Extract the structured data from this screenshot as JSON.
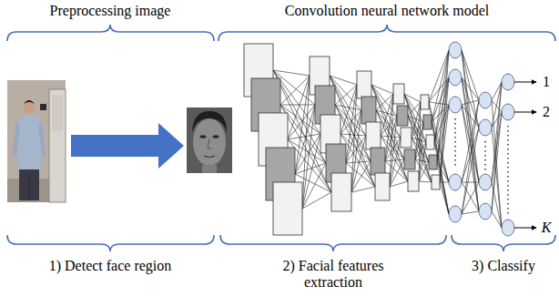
{
  "diagram": {
    "labels": [
      "Preprocessing image",
      "Convolution neural network model",
      "1) Detect face region",
      "2) Facial features extraction",
      "3) Classify",
      "1",
      "2",
      "K"
    ]
  }
}
